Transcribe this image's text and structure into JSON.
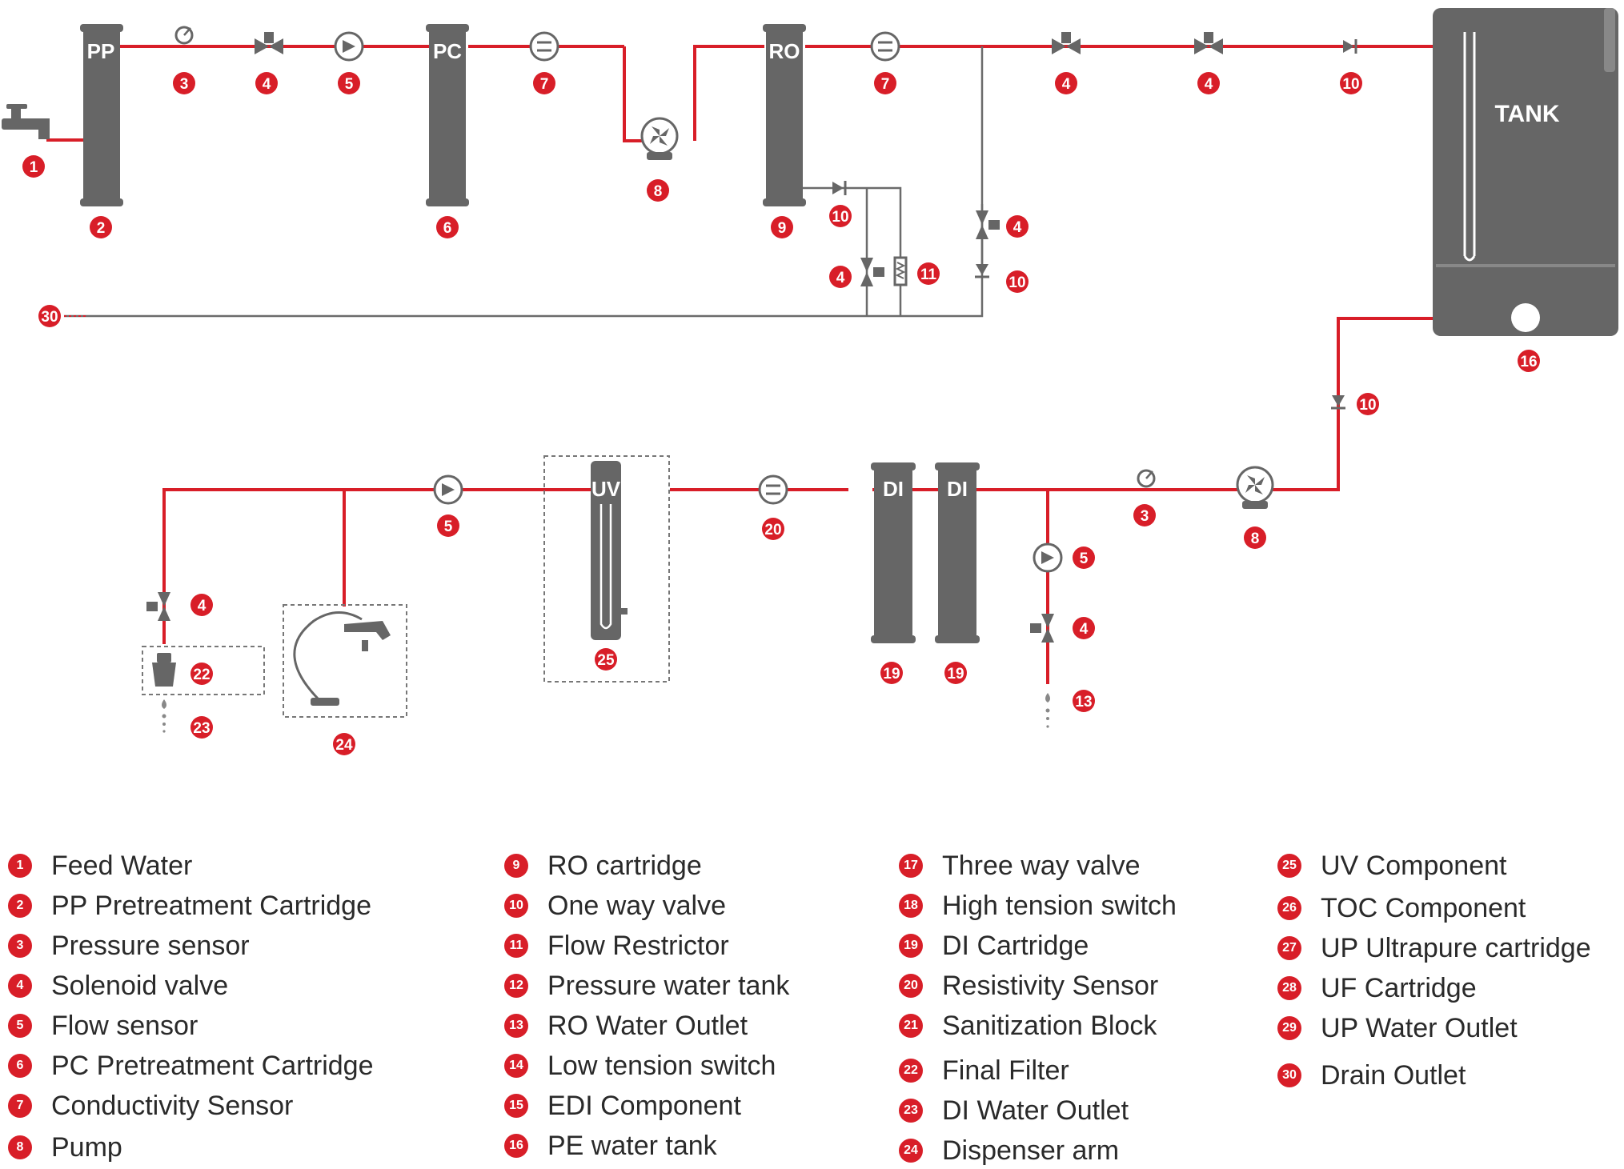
{
  "components": {
    "pp": "PP",
    "pc": "PC",
    "ro": "RO",
    "tank": "TANK",
    "uv": "UV",
    "di_1": "DI",
    "di_2": "DI"
  },
  "markers": {
    "feed_water": "1",
    "pp_cartridge": "2",
    "pressure_sensor_1": "3",
    "solenoid_valve_1": "4",
    "flow_sensor_1": "5",
    "pc_cartridge": "6",
    "conductivity_sensor_1": "7",
    "pump_1": "8",
    "ro_cartridge": "9",
    "conductivity_sensor_2": "7",
    "solenoid_valve_2": "4",
    "solenoid_valve_3": "4",
    "one_way_valve_1": "10",
    "one_way_valve_2": "10",
    "solenoid_valve_4": "4",
    "flow_restrictor": "11",
    "solenoid_valve_5": "4",
    "one_way_valve_3": "10",
    "drain_outlet": "30",
    "pe_tank": "16",
    "one_way_valve_4": "10",
    "pump_2": "8",
    "pressure_sensor_2": "3",
    "flow_sensor_2": "5",
    "solenoid_valve_6": "4",
    "ro_water_outlet": "13",
    "di_cartridge_1": "19",
    "di_cartridge_2": "19",
    "resistivity_sensor": "20",
    "uv_component": "25",
    "flow_sensor_3": "5",
    "solenoid_valve_7": "4",
    "final_filter": "22",
    "di_water_outlet": "23",
    "dispenser_arm": "24"
  },
  "legend": {
    "col1": [
      {
        "num": "1",
        "label": "Feed Water"
      },
      {
        "num": "2",
        "label": "PP Pretreatment Cartridge"
      },
      {
        "num": "3",
        "label": "Pressure sensor"
      },
      {
        "num": "4",
        "label": "Solenoid valve"
      },
      {
        "num": "5",
        "label": "Flow sensor"
      },
      {
        "num": "6",
        "label": "PC Pretreatment Cartridge"
      },
      {
        "num": "7",
        "label": "Conductivity Sensor"
      },
      {
        "num": "8",
        "label": "Pump"
      }
    ],
    "col2": [
      {
        "num": "9",
        "label": "RO cartridge"
      },
      {
        "num": "10",
        "label": "One way valve"
      },
      {
        "num": "11",
        "label": "Flow Restrictor"
      },
      {
        "num": "12",
        "label": "Pressure water tank"
      },
      {
        "num": "13",
        "label": "RO Water Outlet"
      },
      {
        "num": "14",
        "label": "Low tension switch"
      },
      {
        "num": "15",
        "label": "EDI Component"
      },
      {
        "num": "16",
        "label": "PE water tank"
      }
    ],
    "col3": [
      {
        "num": "17",
        "label": "Three way valve"
      },
      {
        "num": "18",
        "label": "High tension switch"
      },
      {
        "num": "19",
        "label": "DI Cartridge"
      },
      {
        "num": "20",
        "label": "Resistivity Sensor"
      },
      {
        "num": "21",
        "label": "Sanitization Block"
      },
      {
        "num": "22",
        "label": "Final Filter"
      },
      {
        "num": "23",
        "label": "DI Water Outlet"
      },
      {
        "num": "24",
        "label": "Dispenser arm"
      }
    ],
    "col4": [
      {
        "num": "25",
        "label": "UV Component"
      },
      {
        "num": "26",
        "label": "TOC Component"
      },
      {
        "num": "27",
        "label": "UP Ultrapure cartridge"
      },
      {
        "num": "28",
        "label": "UF Cartridge"
      },
      {
        "num": "29",
        "label": "UP Water Outlet"
      },
      {
        "num": "30",
        "label": "Drain Outlet"
      }
    ]
  }
}
